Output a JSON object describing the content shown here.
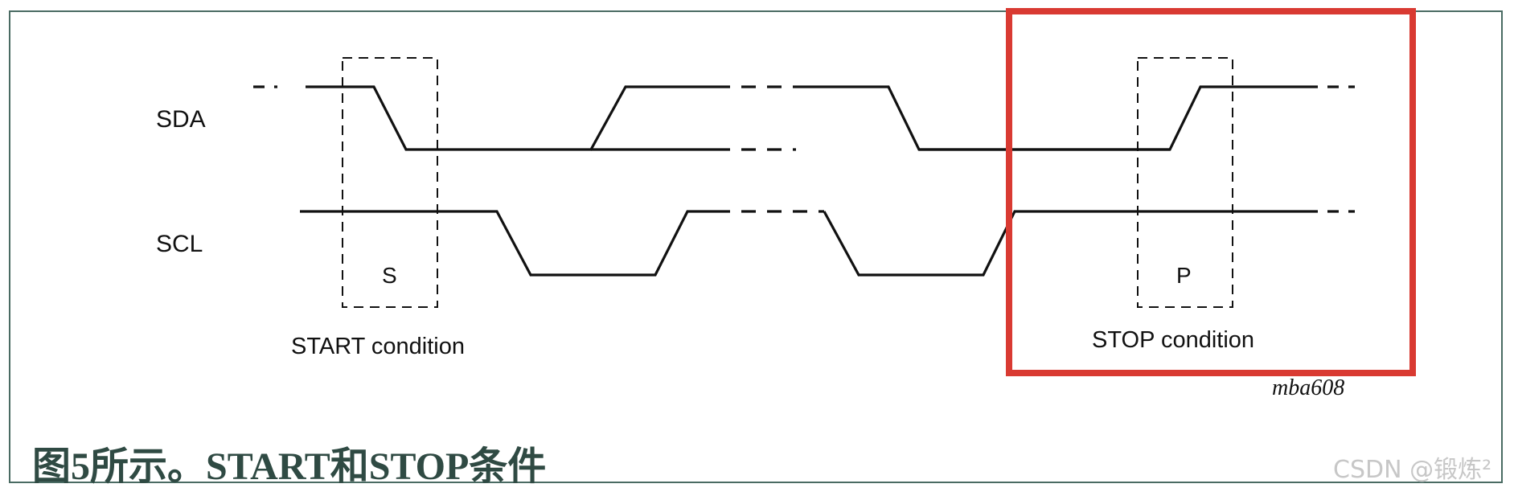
{
  "signals": {
    "sda_label": "SDA",
    "scl_label": "SCL"
  },
  "start": {
    "symbol": "S",
    "label": "START condition"
  },
  "stop": {
    "symbol": "P",
    "label": "STOP condition"
  },
  "figure_ref": "mba608",
  "caption": "图5所示。START和STOP条件",
  "watermark": "CSDN @锻炼²",
  "colors": {
    "frame": "#4a6b63",
    "highlight": "#d93a32",
    "caption": "#2f4a43",
    "trace": "#111111"
  }
}
